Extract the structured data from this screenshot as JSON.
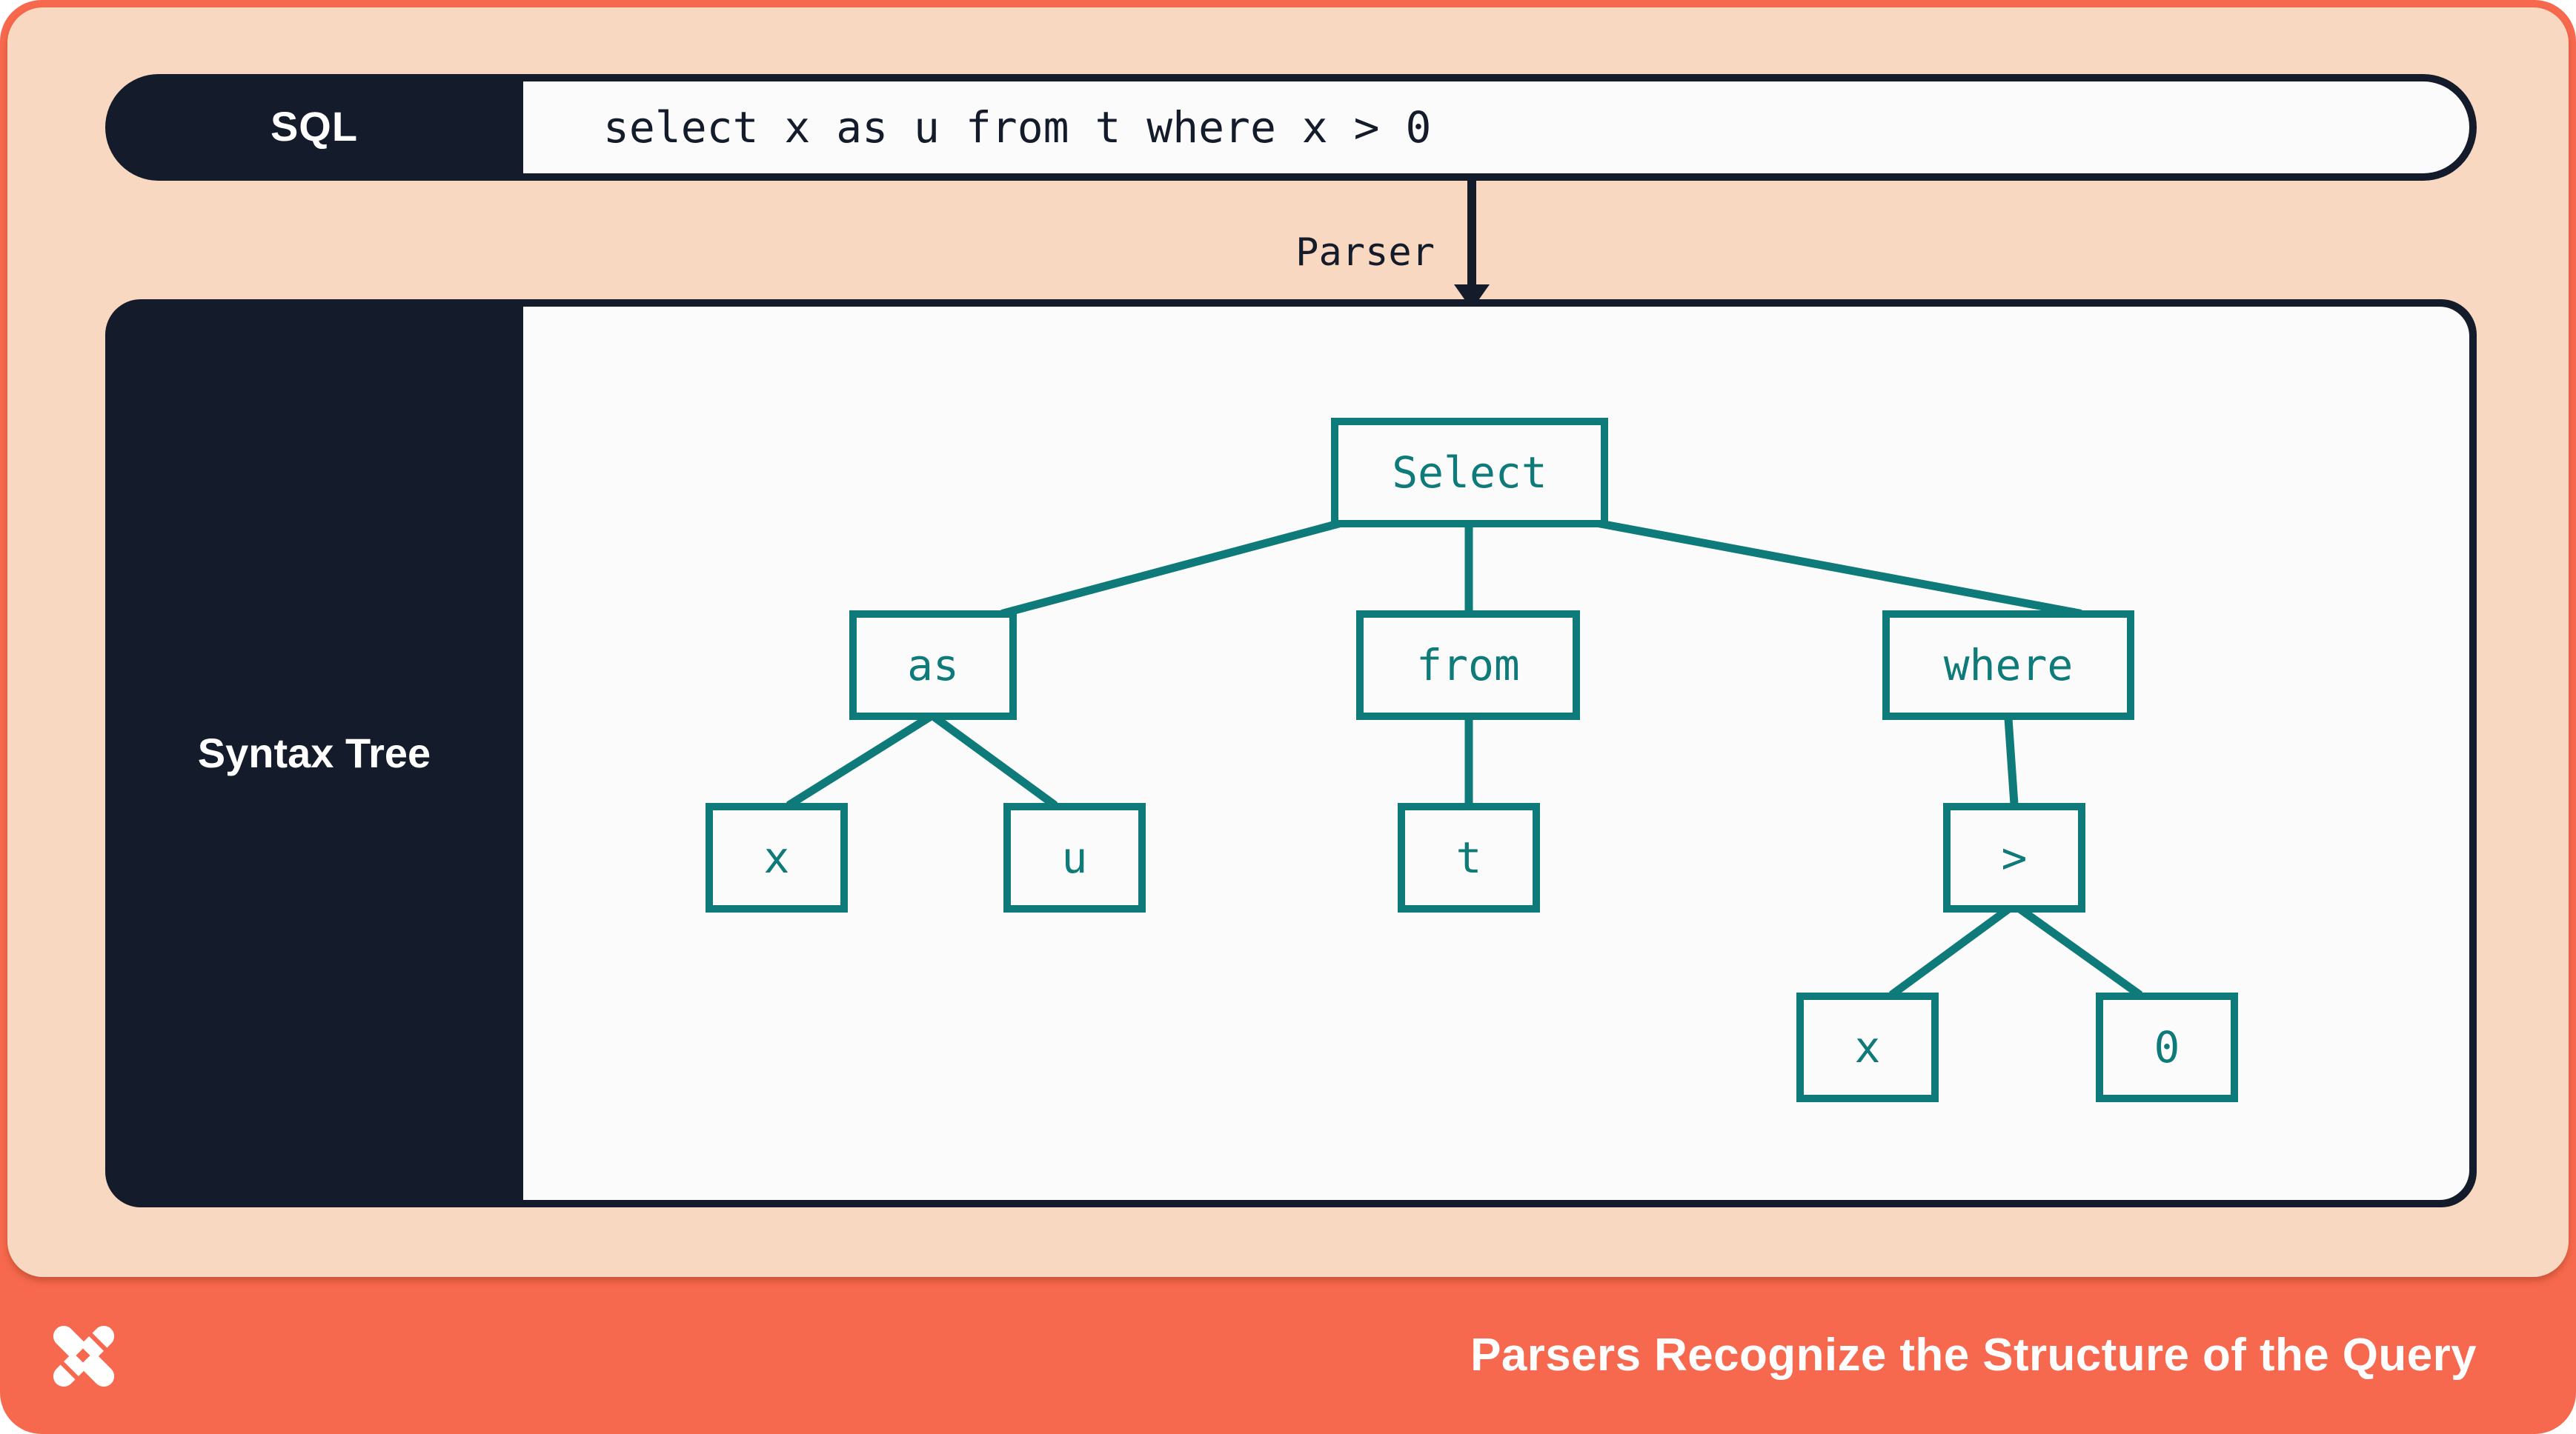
{
  "colors": {
    "coral": "#f7694e",
    "peach": "#f8d8c0",
    "navy": "#141b2b",
    "teal": "#0e7a79",
    "paper": "#fbfbfb"
  },
  "sql_row": {
    "label": "SQL",
    "code": "select x as u from t where x > 0"
  },
  "arrow": {
    "label": "Parser"
  },
  "tree_panel": {
    "label": "Syntax Tree"
  },
  "tree": {
    "nodes": {
      "select": "Select",
      "as": "as",
      "from": "from",
      "where": "where",
      "x1": "x",
      "u": "u",
      "t": "t",
      "gt": ">",
      "x2": "x",
      "zero": "0"
    },
    "edges": [
      [
        "Select",
        "as"
      ],
      [
        "Select",
        "from"
      ],
      [
        "Select",
        "where"
      ],
      [
        "as",
        "x"
      ],
      [
        "as",
        "u"
      ],
      [
        "from",
        "t"
      ],
      [
        "where",
        ">"
      ],
      [
        ">",
        "x"
      ],
      [
        ">",
        "0"
      ]
    ]
  },
  "footer": {
    "title": "Parsers Recognize the Structure of the Query",
    "logo": "dolt-logo"
  }
}
